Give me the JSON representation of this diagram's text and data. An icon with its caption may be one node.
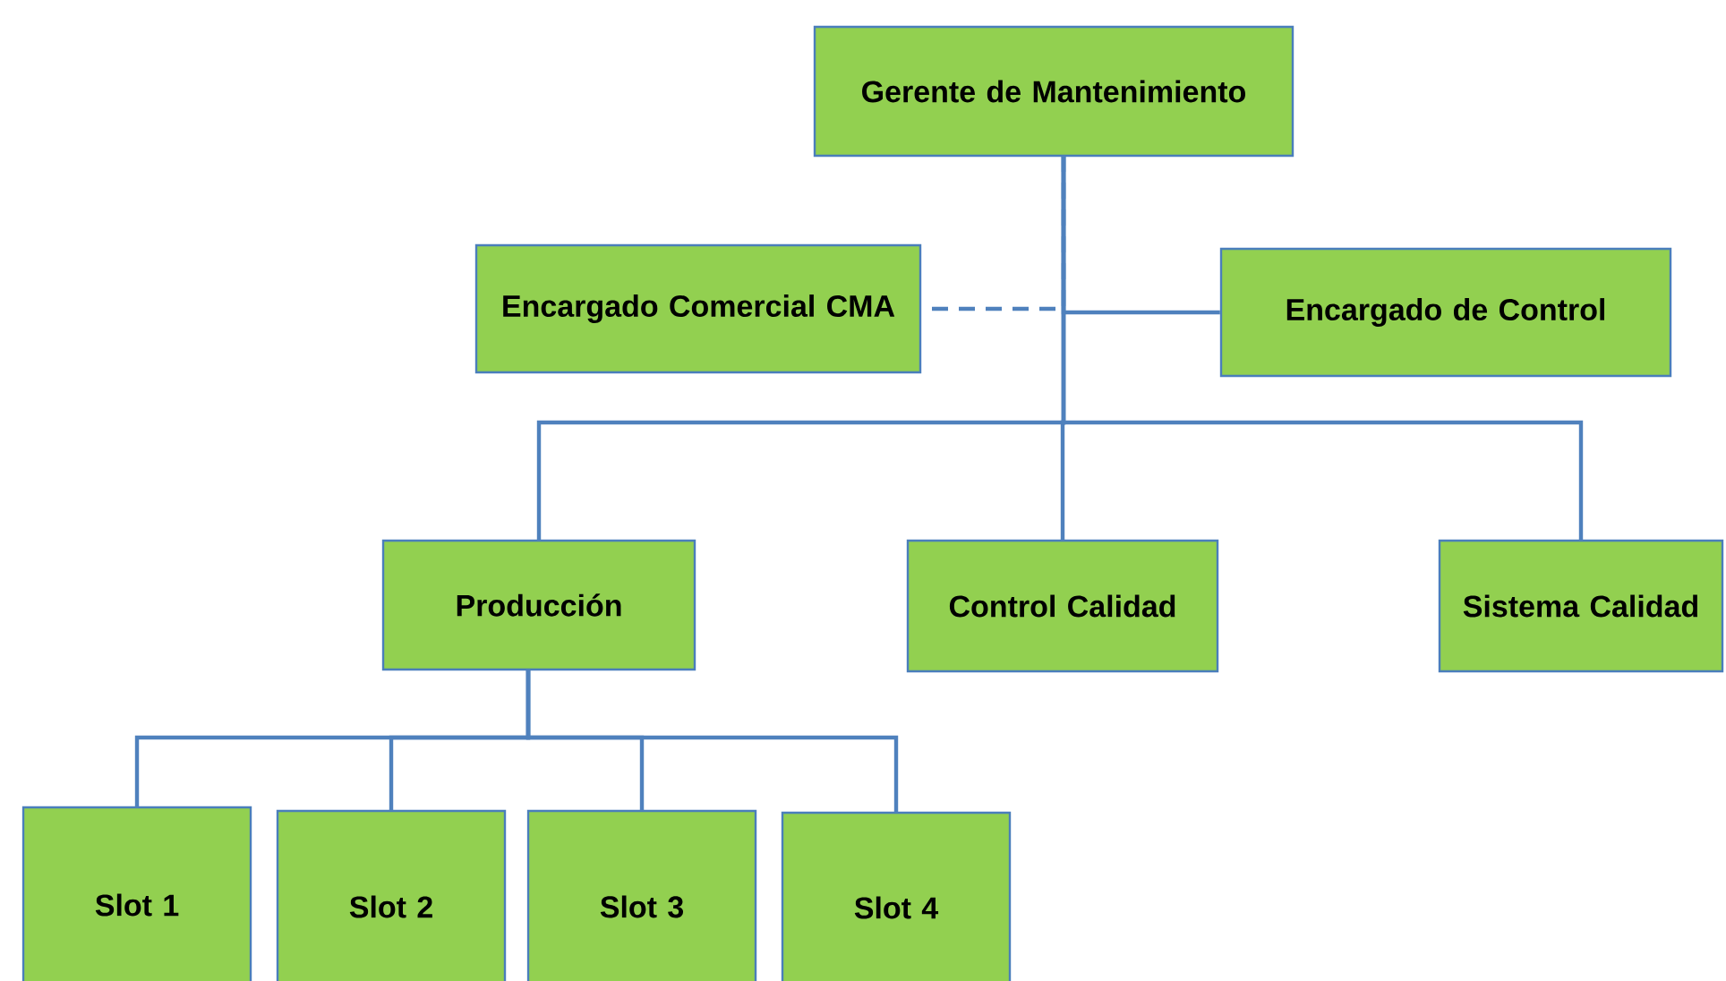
{
  "diagram": {
    "nodes": [
      {
        "text": [
          "Gerente de Mantenimiento"
        ]
      },
      {
        "text": [
          "Encargado Comercial CMA"
        ]
      },
      {
        "text": [
          "Encargado de Control"
        ]
      },
      {
        "text": [
          "Producción"
        ]
      },
      {
        "text": [
          "Control Calidad"
        ]
      },
      {
        "text": [
          "Sistema Calidad"
        ]
      },
      {
        "text": [
          "Slot 1"
        ]
      },
      {
        "text": [
          "Slot 2"
        ]
      },
      {
        "text": [
          "Slot 3"
        ]
      },
      {
        "text": [
          "Slot 4"
        ]
      }
    ],
    "edges": [
      {
        "from": 0,
        "to": 1,
        "arrow": "none",
        "style": "dashed"
      },
      {
        "from": 0,
        "to": 2,
        "arrow": "none"
      },
      {
        "from": 0,
        "to": 3,
        "arrow": "none"
      },
      {
        "from": 0,
        "to": 4,
        "arrow": "none"
      },
      {
        "from": 0,
        "to": 5,
        "arrow": "none"
      },
      {
        "from": 3,
        "to": 6,
        "arrow": "none"
      },
      {
        "from": 3,
        "to": 7,
        "arrow": "none"
      },
      {
        "from": 3,
        "to": 8,
        "arrow": "none"
      },
      {
        "from": 3,
        "to": 9,
        "arrow": "none"
      }
    ]
  }
}
